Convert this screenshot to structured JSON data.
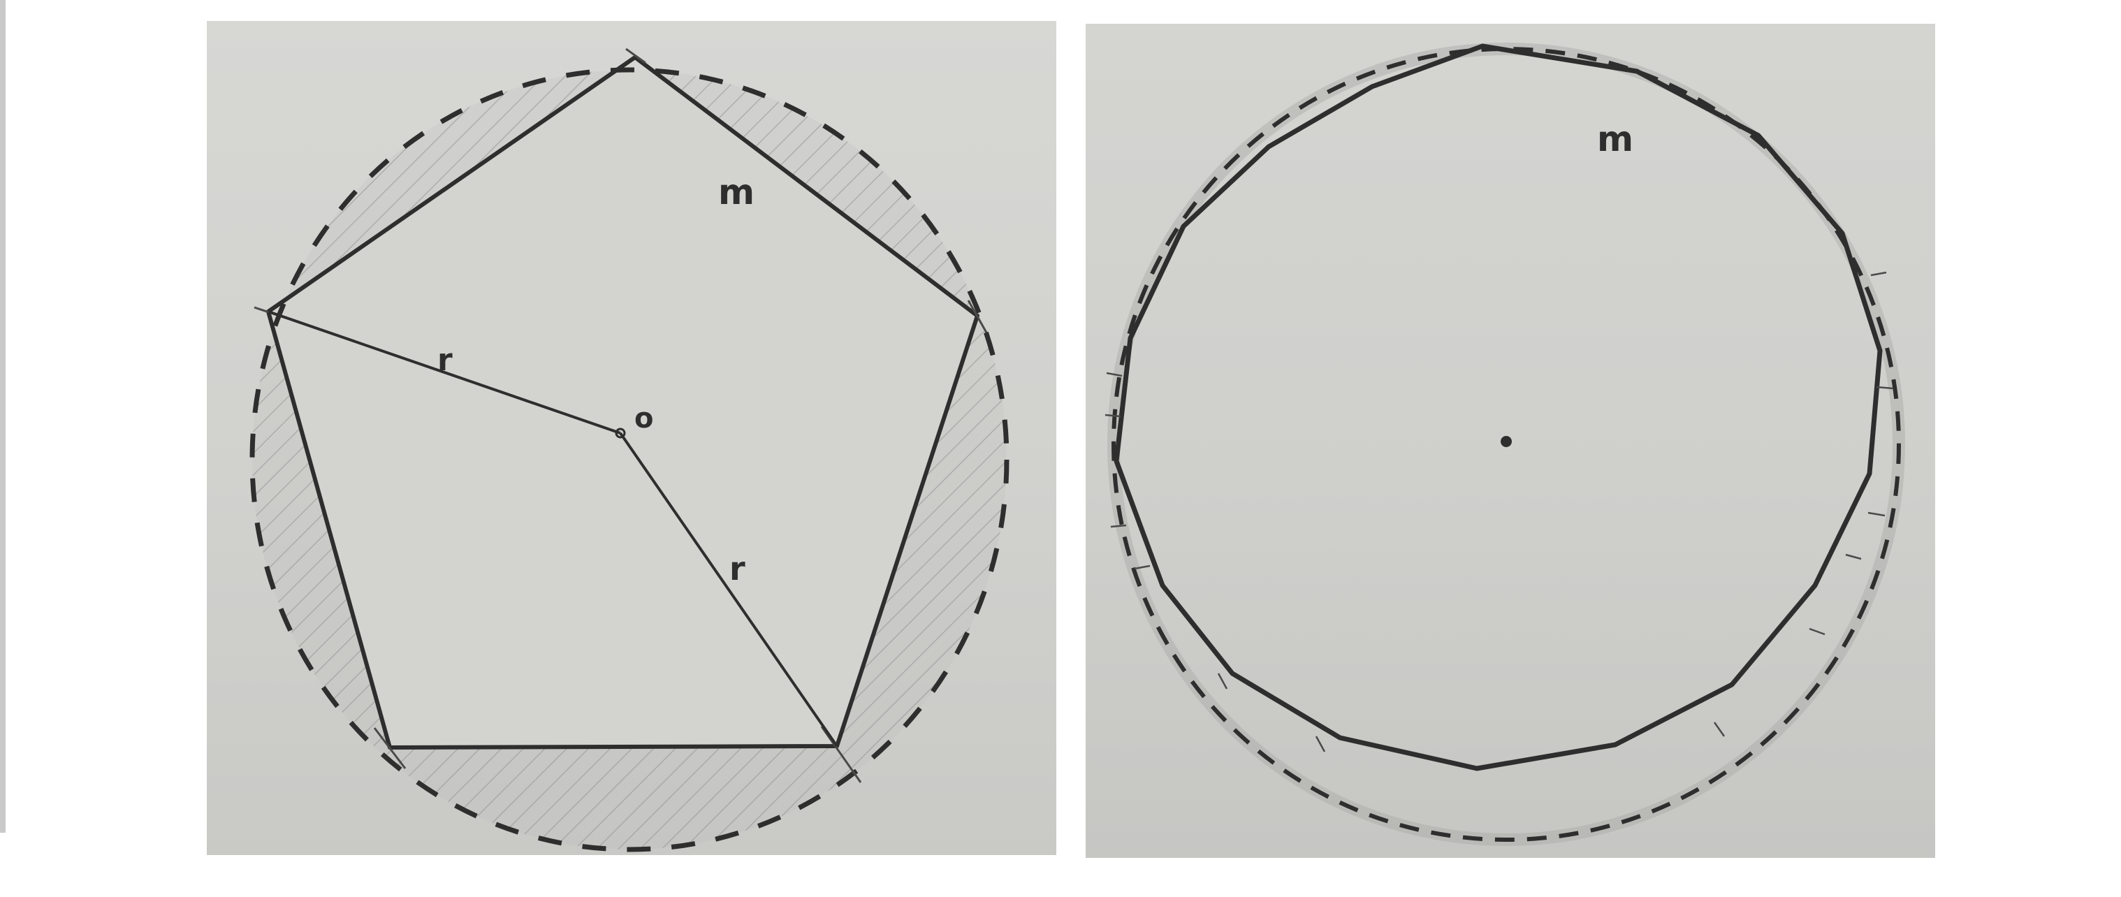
{
  "left_figure": {
    "radius_label_upper": "r",
    "radius_label_lower": "r",
    "center_label": "o",
    "arc_label": "m"
  },
  "right_figure": {
    "arc_label": "m"
  },
  "colors": {
    "paper": "#d4d4d1",
    "pencil": "#2e2e2e",
    "hatching": "#8a8a88"
  }
}
